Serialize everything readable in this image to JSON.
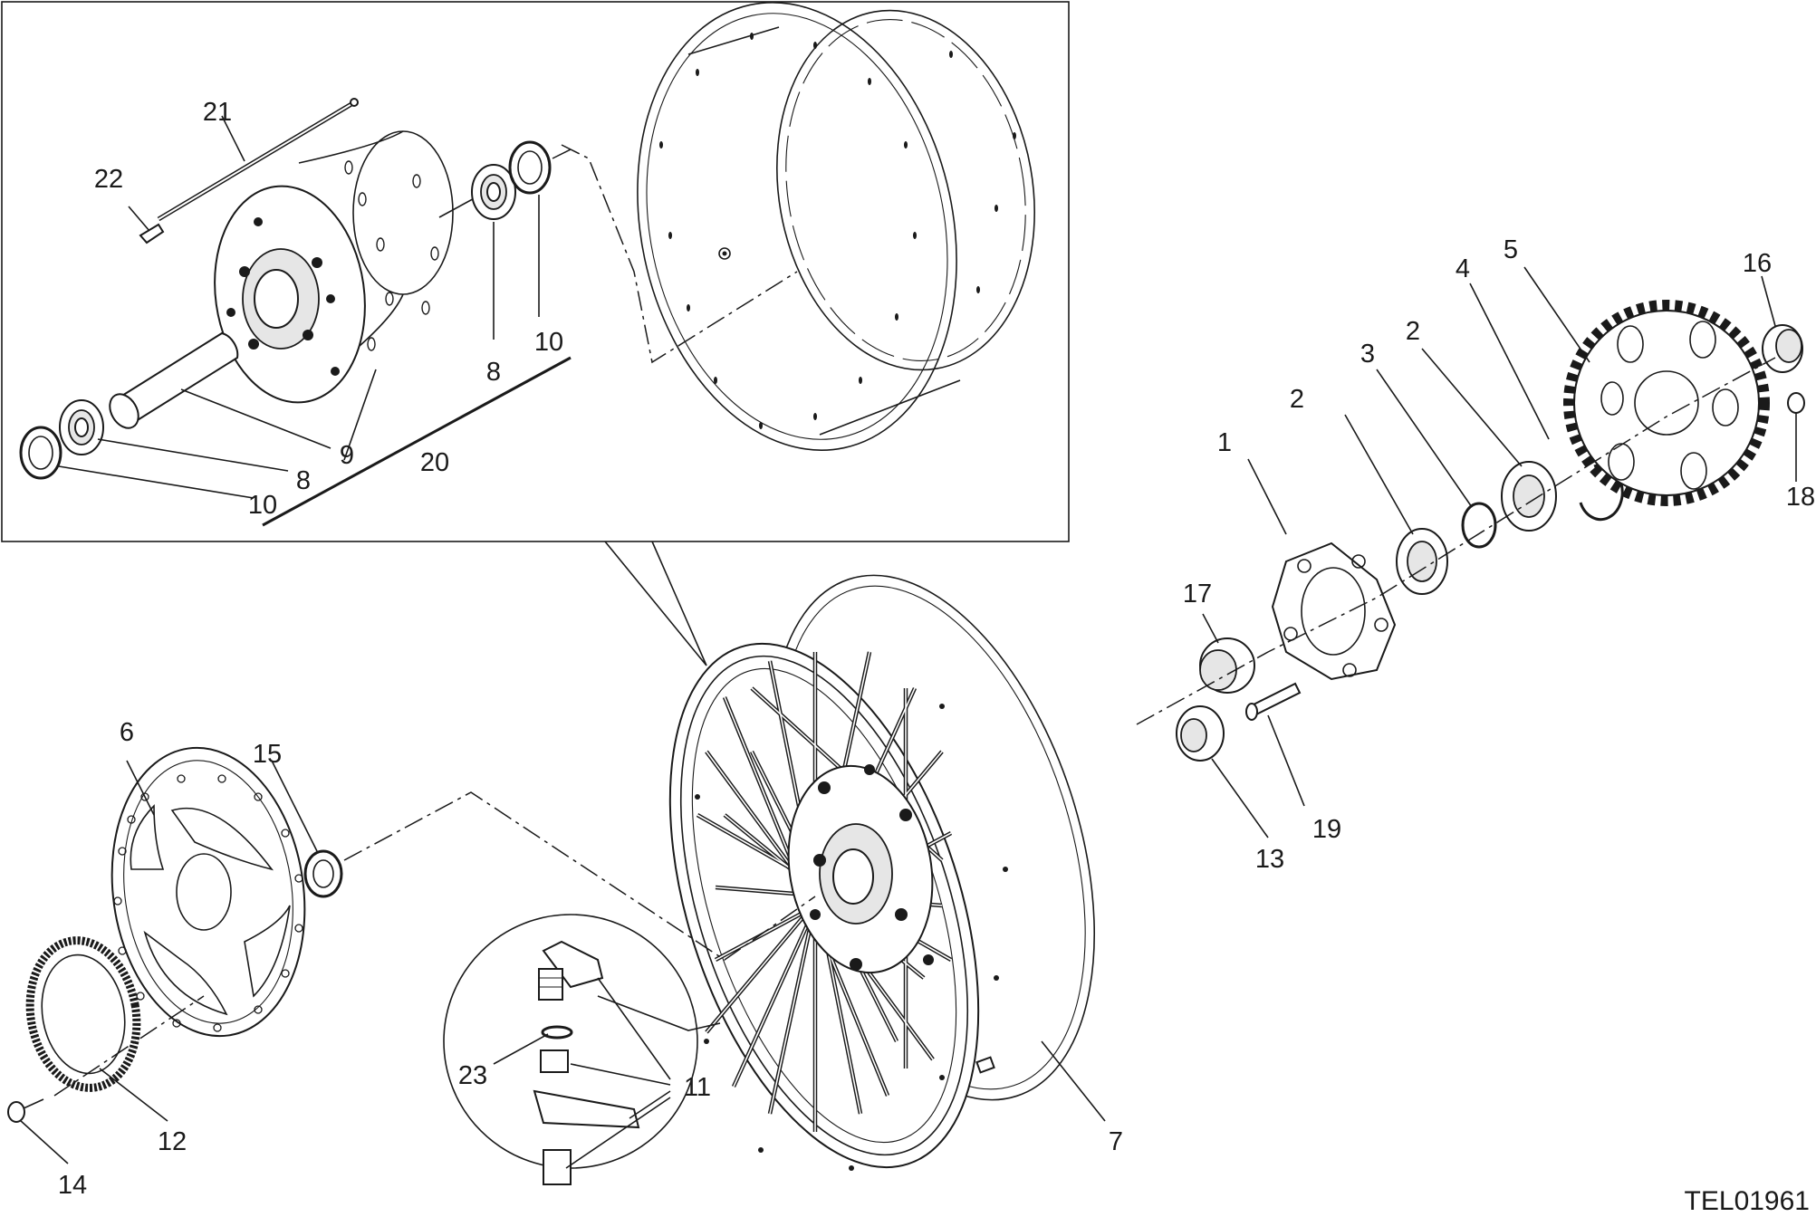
{
  "drawing_code": "TEL01961",
  "callouts": [
    {
      "id": "c1",
      "label": "1"
    },
    {
      "id": "c2a",
      "label": "2"
    },
    {
      "id": "c2b",
      "label": "2"
    },
    {
      "id": "c3",
      "label": "3"
    },
    {
      "id": "c4",
      "label": "4"
    },
    {
      "id": "c5",
      "label": "5"
    },
    {
      "id": "c6",
      "label": "6"
    },
    {
      "id": "c7",
      "label": "7"
    },
    {
      "id": "c8a",
      "label": "8"
    },
    {
      "id": "c8b",
      "label": "8"
    },
    {
      "id": "c9",
      "label": "9"
    },
    {
      "id": "c10a",
      "label": "10"
    },
    {
      "id": "c10b",
      "label": "10"
    },
    {
      "id": "c11",
      "label": "11"
    },
    {
      "id": "c12",
      "label": "12"
    },
    {
      "id": "c13",
      "label": "13"
    },
    {
      "id": "c14",
      "label": "14"
    },
    {
      "id": "c15",
      "label": "15"
    },
    {
      "id": "c16",
      "label": "16"
    },
    {
      "id": "c17",
      "label": "17"
    },
    {
      "id": "c18",
      "label": "18"
    },
    {
      "id": "c19",
      "label": "19"
    },
    {
      "id": "c20",
      "label": "20"
    },
    {
      "id": "c21",
      "label": "21"
    },
    {
      "id": "c22",
      "label": "22"
    },
    {
      "id": "c23",
      "label": "23"
    }
  ]
}
